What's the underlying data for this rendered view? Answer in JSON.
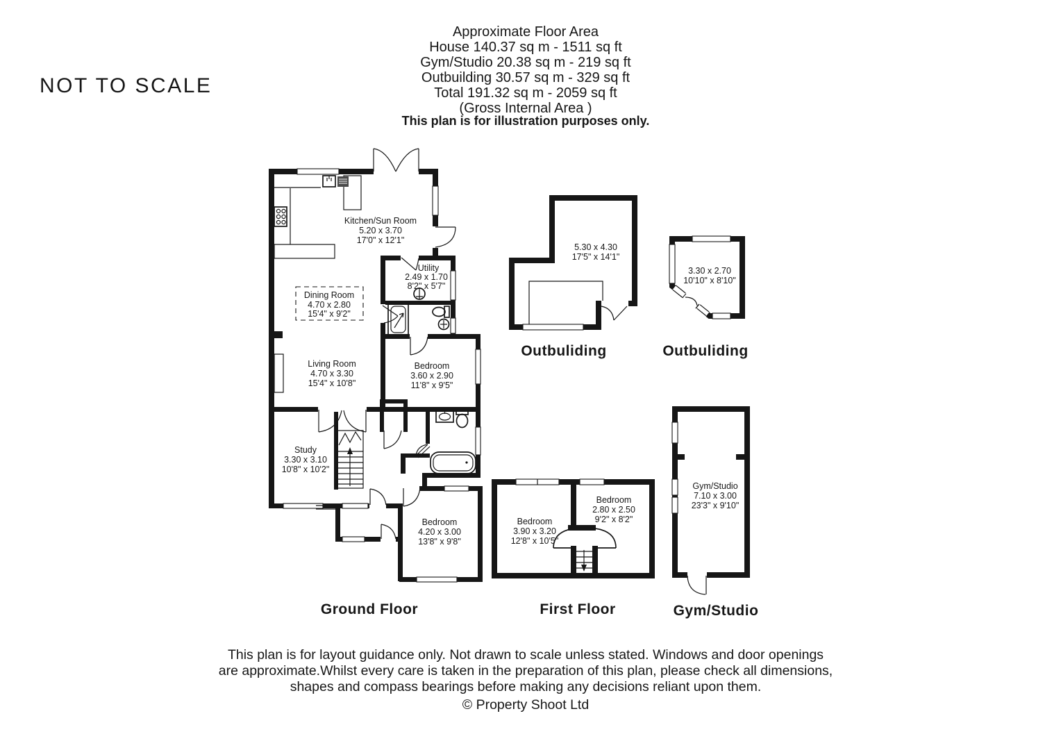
{
  "page": {
    "not_to_scale": "NOT TO SCALE"
  },
  "header": {
    "title": "Approximate Floor Area",
    "lines": [
      "House 140.37 sq m - 1511 sq ft",
      "Gym/Studio 20.38 sq m - 219 sq ft",
      "Outbuilding 30.57 sq m - 329 sq ft",
      "Total 191.32 sq m - 2059 sq ft",
      "(Gross Internal Area )"
    ],
    "note": "This plan is for illustration purposes only."
  },
  "floors": {
    "ground": "Ground Floor",
    "first": "First Floor",
    "gym": "Gym/Studio",
    "outbuilding_left": "Outbuliding",
    "outbuilding_right": "Outbuliding"
  },
  "rooms": {
    "kitchen": {
      "name": "Kitchen/Sun Room",
      "metric": "5.20 x 3.70",
      "imperial": "17'0\" x 12'1\""
    },
    "utility": {
      "name": "Utility",
      "metric": "2.49 x 1.70",
      "imperial": "8'2\" x 5'7\""
    },
    "dining": {
      "name": "Dining Room",
      "metric": "4.70 x 2.80",
      "imperial": "15'4\" x 9'2\""
    },
    "living": {
      "name": "Living Room",
      "metric": "4.70 x 3.30",
      "imperial": "15'4\" x 10'8\""
    },
    "bedroom_ground_right": {
      "name": "Bedroom",
      "metric": "3.60 x 2.90",
      "imperial": "11'8\" x 9'5\""
    },
    "study": {
      "name": "Study",
      "metric": "3.30 x 3.10",
      "imperial": "10'8\" x 10'2\""
    },
    "bedroom_ground_bottom": {
      "name": "Bedroom",
      "metric": "4.20 x 3.00",
      "imperial": "13'8\" x 9'8\""
    },
    "outbuilding_left": {
      "metric": "5.30 x 4.30",
      "imperial": "17'5\" x 14'1\""
    },
    "outbuilding_right": {
      "metric": "3.30 x 2.70",
      "imperial": "10'10\" x 8'10\""
    },
    "bedroom_first_left": {
      "name": "Bedroom",
      "metric": "3.90 x 3.20",
      "imperial": "12'8\" x 10'5\""
    },
    "bedroom_first_right": {
      "name": "Bedroom",
      "metric": "2.80 x 2.50",
      "imperial": "9'2\" x 8'2\""
    },
    "gym": {
      "name": "Gym/Studio",
      "metric": "7.10 x 3.00",
      "imperial": "23'3\" x 9'10\""
    }
  },
  "footer": {
    "lines": [
      "This plan is for layout guidance only. Not drawn to scale unless stated. Windows and door openings",
      "are approximate.Whilst every care is taken in the preparation of this plan, please check all dimensions,",
      "shapes and compass bearings before making any decisions reliant upon them."
    ],
    "copyright": "© Property Shoot Ltd"
  },
  "colors": {
    "wall": "#161616",
    "background": "#ffffff"
  }
}
